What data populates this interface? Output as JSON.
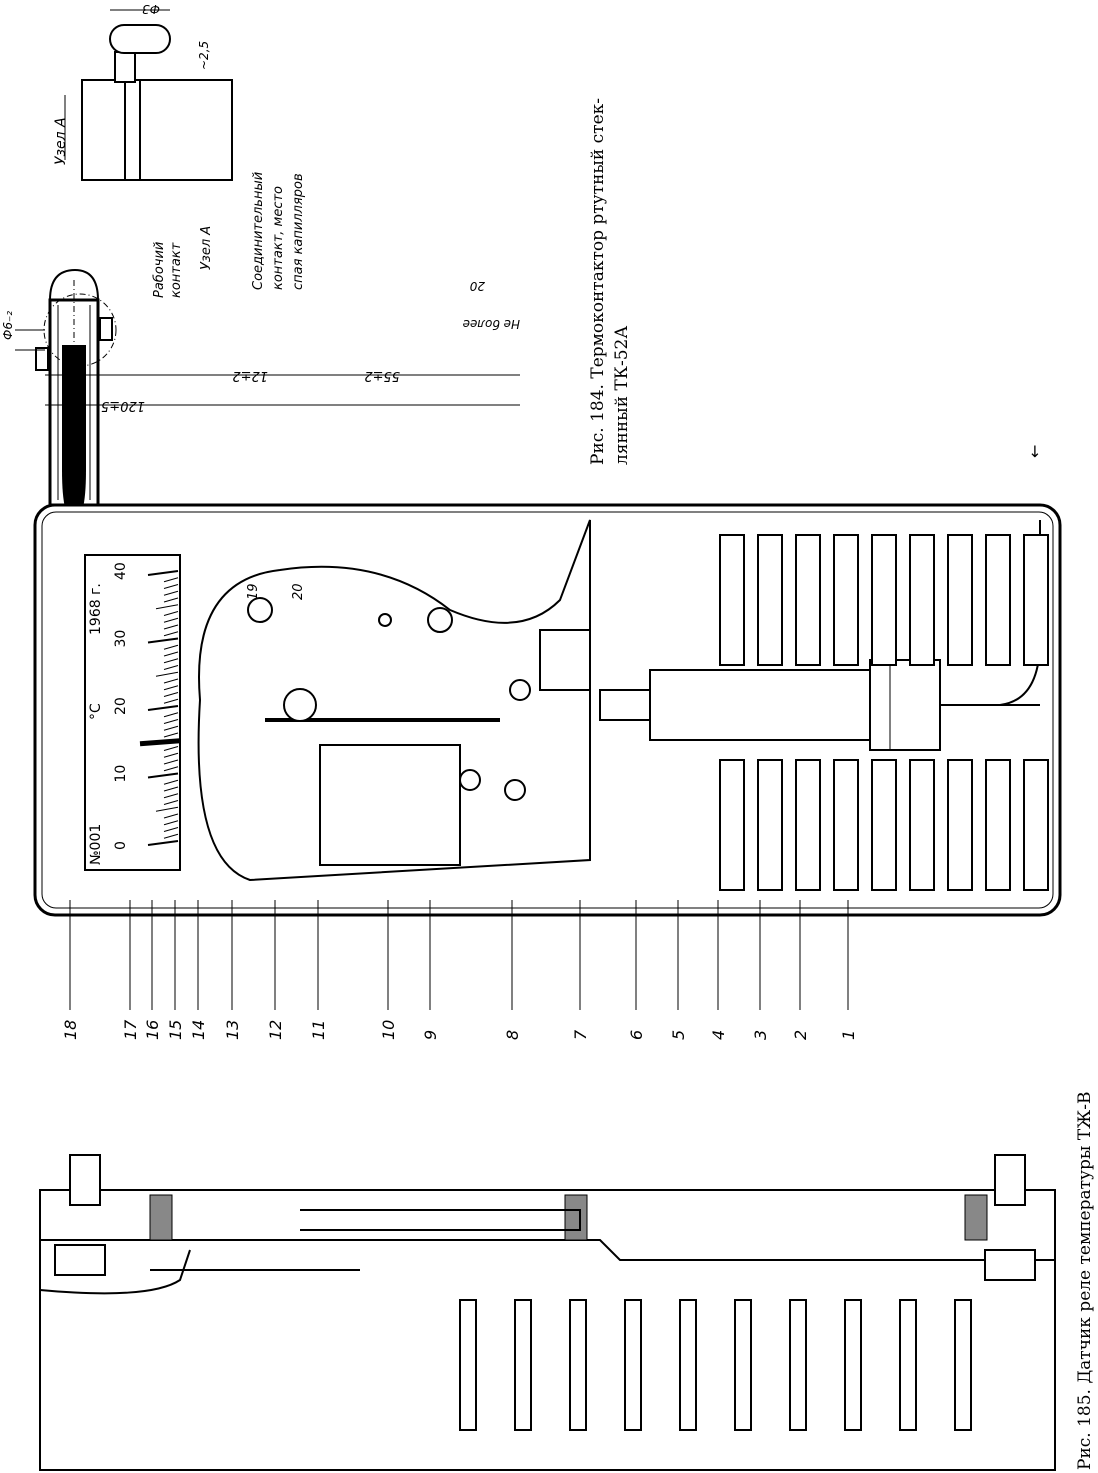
{
  "figure184": {
    "caption_line1": "Рис. 184. Термоконтактор ртутный стек-",
    "caption_line2": "лянный ТК-52А",
    "labels": {
      "working_contact_1": "Рабочий",
      "working_contact_2": "контакт",
      "node_a": "Узел A",
      "connecting_contact_1": "Соединительный",
      "connecting_contact_2": "контакт, место",
      "connecting_contact_3": "спая капилляров",
      "node_a_detail_title": "Узел A"
    },
    "dimensions": {
      "total_length": "120±5",
      "contact_offset": "12±2",
      "bulb_length": "55±2",
      "diameter": "Ф6₋₂",
      "bulb_max": "Не более",
      "bulb_max_value": "20",
      "cap_diameter": "Ф3",
      "neck_height": "~2,5"
    }
  },
  "figure185": {
    "caption": "Рис. 185. Датчик реле температуры ТЖ-В",
    "scale": {
      "serial": "№001",
      "unit": "°C",
      "year": "1968 г.",
      "ticks": [
        "0",
        "10",
        "20",
        "30",
        "40"
      ],
      "pointer_value": 15
    },
    "callouts": [
      "18",
      "17",
      "16",
      "15",
      "14",
      "13",
      "12",
      "11",
      "10",
      "9",
      "8",
      "7",
      "6",
      "5",
      "4",
      "3",
      "2",
      "1"
    ],
    "inner_callouts": [
      "19",
      "20"
    ]
  }
}
